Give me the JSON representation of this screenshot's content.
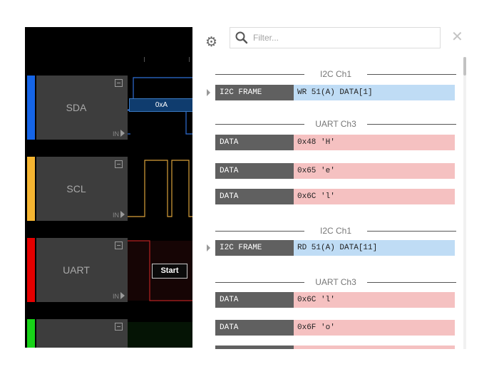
{
  "waveform": {
    "channels": [
      {
        "name": "SDA",
        "color": "#1565e8",
        "in_label": "IN",
        "trace_color": "#2f6fd6",
        "decoded_value": "0xA"
      },
      {
        "name": "SCL",
        "color": "#f5b531",
        "in_label": "IN",
        "trace_color": "#d9a13a"
      },
      {
        "name": "UART",
        "color": "#e60000",
        "in_label": "IN",
        "trace_color": "#b52222",
        "decoded_value": "Start"
      },
      {
        "name": "",
        "color": "#18d318"
      }
    ]
  },
  "decoder": {
    "filter": {
      "placeholder": "Filter...",
      "value": ""
    },
    "icons": {
      "settings": "gear-icon",
      "search": "search-icon",
      "clear": "close-icon"
    },
    "colors": {
      "i2c_value_bg": "#bfdcf5",
      "uart_value_bg": "#f5c1c1",
      "label_bg": "#606060"
    },
    "sections": [
      {
        "title": "I2C Ch1",
        "rows": [
          {
            "label": "I2C FRAME",
            "value": "WR 51(A) DATA[1]"
          }
        ]
      },
      {
        "title": "UART Ch3",
        "rows": [
          {
            "label": "DATA",
            "value": "0x48 'H'"
          },
          {
            "label": "DATA",
            "value": "0x65 'e'"
          },
          {
            "label": "DATA",
            "value": "0x6C 'l'"
          }
        ]
      },
      {
        "title": "I2C Ch1",
        "rows": [
          {
            "label": "I2C FRAME",
            "value": "RD 51(A) DATA[11]"
          }
        ]
      },
      {
        "title": "UART Ch3",
        "rows": [
          {
            "label": "DATA",
            "value": "0x6C 'l'"
          },
          {
            "label": "DATA",
            "value": "0x6F 'o'"
          }
        ]
      }
    ]
  }
}
